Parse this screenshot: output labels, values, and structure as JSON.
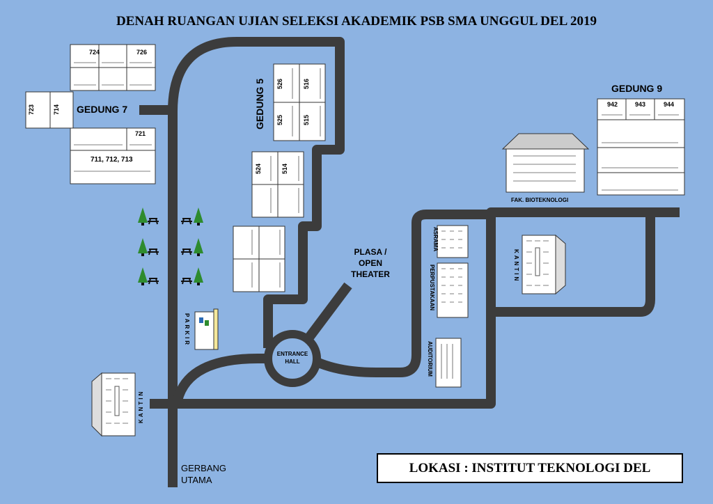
{
  "map": {
    "title": "DENAH RUANGAN UJIAN SELEKSI AKADEMIK PSB SMA UNGGUL DEL 2019",
    "location_label": "LOKASI : INSTITUT TEKNOLOGI DEL"
  },
  "gedung7": {
    "label": "GEDUNG 7",
    "rooms": {
      "r724": "724",
      "r726": "726",
      "r723": "723",
      "r714": "714",
      "r721": "721",
      "r711": "711, 712, 713"
    }
  },
  "gedung5": {
    "label": "GEDUNG 5",
    "rooms": {
      "r526": "526",
      "r516": "516",
      "r525": "525",
      "r515": "515",
      "r524": "524",
      "r514": "514"
    }
  },
  "gedung9": {
    "label": "GEDUNG 9",
    "rooms": {
      "r942": "942",
      "r943": "943",
      "r944": "944"
    }
  },
  "places": {
    "fak_bioteknologi": "FAK. BIOTEKNOLOGI",
    "plasa": [
      "PLASA /",
      "OPEN",
      "THEATER"
    ],
    "entrance": [
      "ENTRANCE",
      "HALL"
    ],
    "asrama": "ASRAMA",
    "perpustakaan": "PERPUSTAKAAN",
    "auditorium": "AUDITORIUM",
    "kantin_right": "KANTIN",
    "kantin_left": "KANTIN",
    "parkir": "PARKIR",
    "gerbang": [
      "GERBANG",
      "UTAMA"
    ]
  },
  "colors": {
    "background": "#8db3e2",
    "road": "#3c3c3c",
    "tree": "#2e8b2e"
  }
}
